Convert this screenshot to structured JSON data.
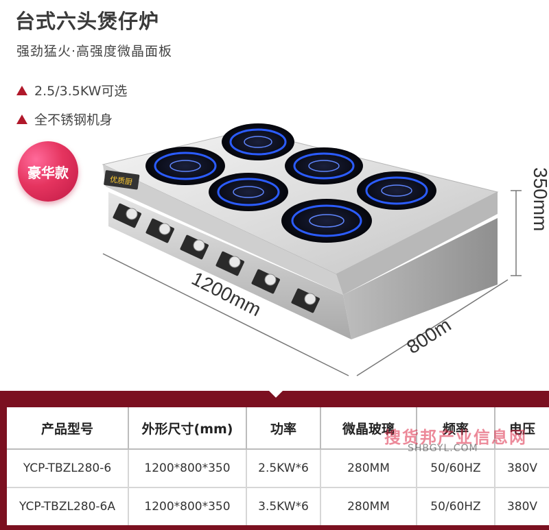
{
  "header": {
    "title": "台式六头煲仔炉",
    "subtitle": "强劲猛火·高强度微晶面板"
  },
  "features": [
    "2.5/3.5KW可选",
    "全不锈钢机身"
  ],
  "badge": {
    "label": "豪华款"
  },
  "dimensions": {
    "width": "1200mm",
    "depth": "800m",
    "height": "350mm"
  },
  "brand_logo_text": "优质厨",
  "spec_table": {
    "headers": [
      "产品型号",
      "外形尺寸(mm)",
      "功率",
      "微晶玻璃",
      "频率",
      "电压"
    ],
    "rows": [
      [
        "YCP-TBZL280-6",
        "1200*800*350",
        "2.5KW*6",
        "280MM",
        "50/60HZ",
        "380V"
      ],
      [
        "YCP-TBZL280-6A",
        "1200*800*350",
        "3.5KW*6",
        "280MM",
        "50/60HZ",
        "380V"
      ]
    ]
  },
  "watermark": {
    "main": "搜货邦产业信息网",
    "url": "SHBGYL.COM"
  },
  "colors": {
    "accent_red": "#b0182a",
    "banner": "#7b1020",
    "badge": "#e5345f",
    "burner_blue": "#2b5cff"
  }
}
